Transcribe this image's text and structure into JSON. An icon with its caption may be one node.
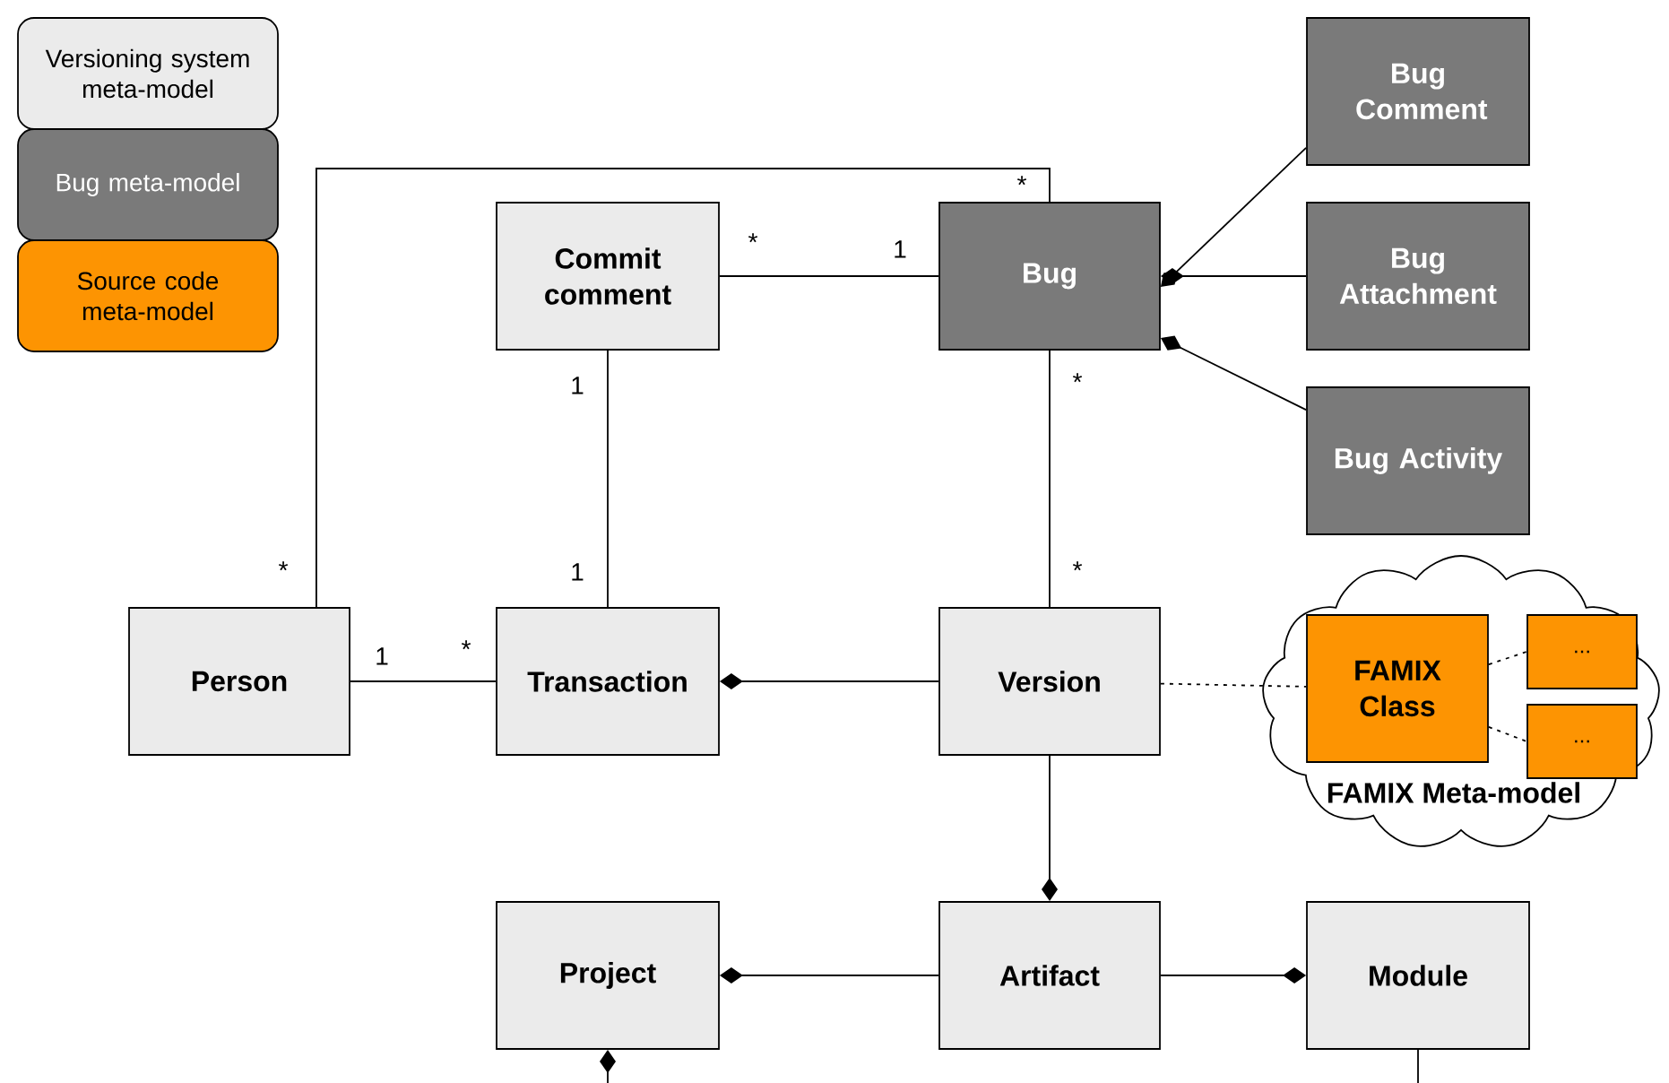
{
  "diagram": {
    "nodes": [
      {
        "text": [
          "Commit comment"
        ]
      },
      {
        "text": [
          "Bug"
        ]
      },
      {
        "text": [
          "Bug Comment"
        ]
      },
      {
        "text": [
          "Bug Attachment"
        ]
      },
      {
        "text": [
          "Bug Activity"
        ]
      },
      {
        "text": [
          "Person"
        ]
      },
      {
        "text": [
          "Transaction"
        ]
      },
      {
        "text": [
          "Version"
        ]
      },
      {
        "text": [
          "FAMIX Meta-model"
        ]
      },
      {
        "text": [
          "FAMIX Class"
        ],
        "in": 8
      },
      {
        "text": [
          "..."
        ],
        "in": 8
      },
      {
        "text": [
          "..."
        ],
        "in": 8
      },
      {
        "text": [
          "Project"
        ]
      },
      {
        "text": [
          "Artifact"
        ]
      },
      {
        "text": [
          "Module"
        ]
      }
    ],
    "edges": [
      {
        "from": 5,
        "to": 1,
        "arrow": "none"
      },
      {
        "from": 0,
        "to": 1,
        "arrow": "none"
      },
      {
        "from": 0,
        "to": 6,
        "arrow": "none"
      },
      {
        "from": 5,
        "to": 6,
        "arrow": "none"
      },
      {
        "from": 1,
        "to": 7,
        "arrow": "none"
      },
      {
        "from": 7,
        "to": 6,
        "arrow": "other"
      },
      {
        "from": 2,
        "to": 1,
        "arrow": "other"
      },
      {
        "from": 3,
        "to": 1,
        "arrow": "other"
      },
      {
        "from": 4,
        "to": 1,
        "arrow": "other"
      },
      {
        "from": 7,
        "to": 9,
        "arrow": "none",
        "style": "dashed"
      },
      {
        "from": 9,
        "to": 10,
        "arrow": "none",
        "style": "dashed"
      },
      {
        "from": 9,
        "to": 11,
        "arrow": "none",
        "style": "dashed"
      },
      {
        "from": 7,
        "to": 13,
        "arrow": "other"
      },
      {
        "from": 13,
        "to": 12,
        "arrow": "other"
      },
      {
        "from": 13,
        "to": 14,
        "arrow": "other"
      },
      {
        "from": null,
        "to": 12,
        "arrow": "other"
      },
      {
        "from": 14,
        "to": null,
        "arrow": "none"
      }
    ],
    "labels": [
      "*",
      "*",
      "1",
      "*",
      "1",
      "*",
      "1",
      "*",
      "*",
      "1"
    ],
    "legend": [
      {
        "text": "Versioning system meta-model",
        "color": "#ebebeb"
      },
      {
        "text": "Bug meta-model",
        "color": "#7a7a7a"
      },
      {
        "text": "Source code meta-model",
        "color": "#fd9402"
      }
    ]
  }
}
